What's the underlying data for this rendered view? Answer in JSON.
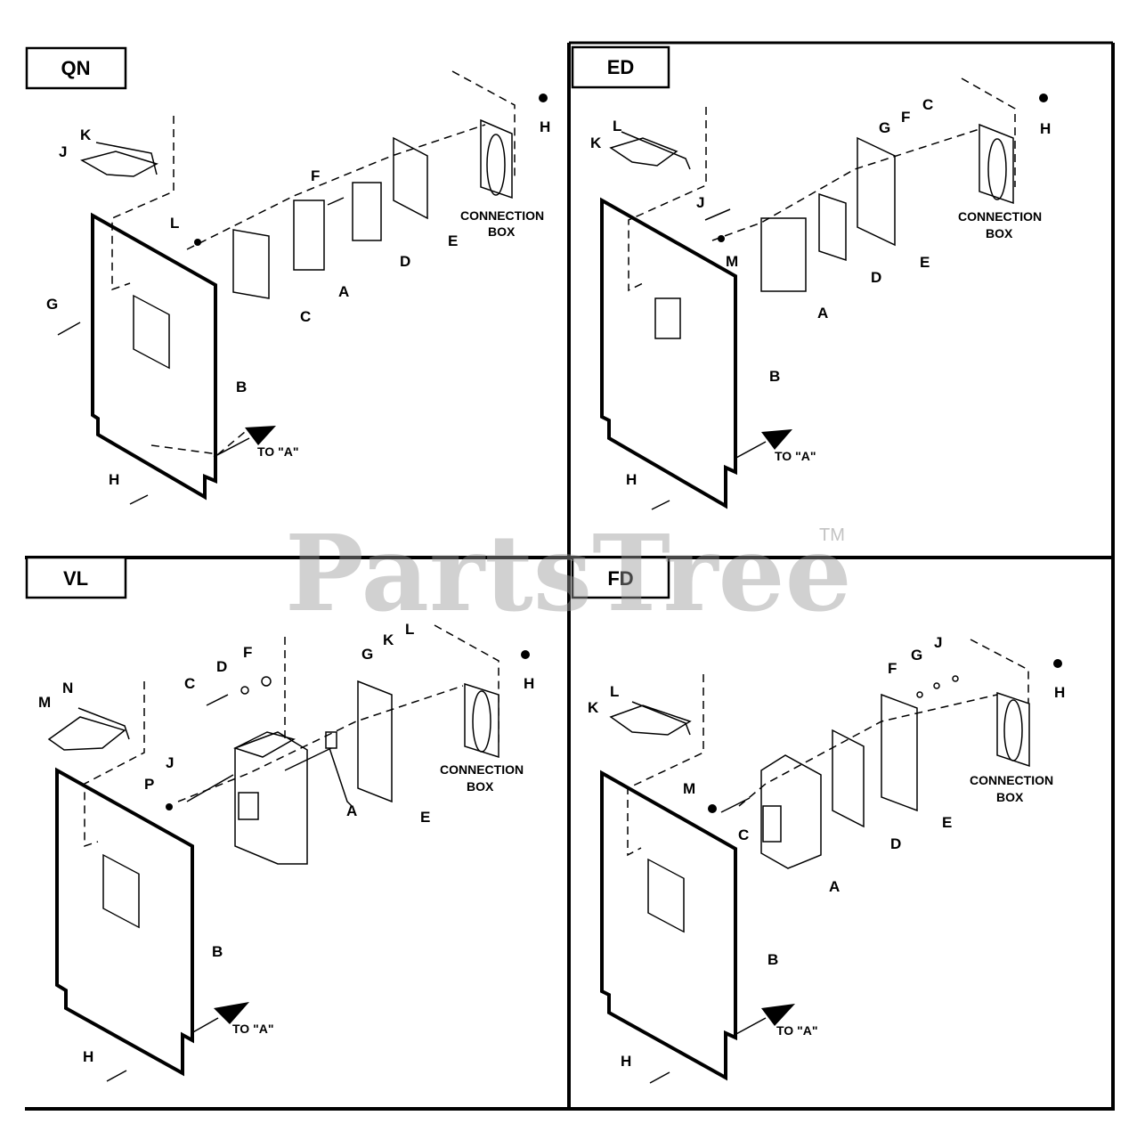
{
  "watermark": {
    "text": "PartsTree",
    "tm": "TM"
  },
  "panels": [
    {
      "tag": "QN",
      "labels": [
        "K",
        "J",
        "L",
        "G",
        "B",
        "H",
        "C",
        "A",
        "F",
        "D",
        "E",
        "H"
      ],
      "connection_box": [
        "CONNECTION",
        "BOX"
      ],
      "arrow_text": "TO \"A\""
    },
    {
      "tag": "ED",
      "labels": [
        "L",
        "K",
        "J",
        "M",
        "A",
        "B",
        "H",
        "D",
        "G",
        "F",
        "C",
        "E",
        "H"
      ],
      "connection_box": [
        "CONNECTION",
        "BOX"
      ],
      "arrow_text": "TO \"A\""
    },
    {
      "tag": "VL",
      "labels": [
        "M",
        "N",
        "P",
        "J",
        "C",
        "D",
        "F",
        "A",
        "G",
        "K",
        "L",
        "E",
        "H",
        "B",
        "H"
      ],
      "connection_box": [
        "CONNECTION",
        "BOX"
      ],
      "arrow_text": "TO \"A\""
    },
    {
      "tag": "FD",
      "labels": [
        "L",
        "K",
        "M",
        "C",
        "A",
        "D",
        "F",
        "G",
        "J",
        "E",
        "H",
        "B",
        "H"
      ],
      "connection_box": [
        "CONNECTION",
        "BOX"
      ],
      "arrow_text": "TO \"A\""
    }
  ]
}
